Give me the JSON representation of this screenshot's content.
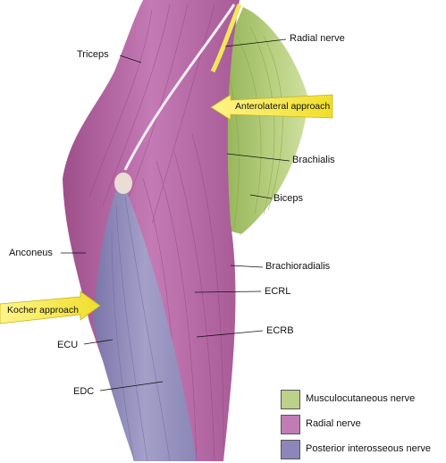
{
  "labels": {
    "triceps": "Triceps",
    "radial_nerve": "Radial nerve",
    "brachialis": "Brachialis",
    "biceps": "Biceps",
    "anconeus": "Anconeus",
    "brachioradialis": "Brachioradialis",
    "ecrl": "ECRL",
    "ecrb": "ECRB",
    "ecu": "ECU",
    "edc": "EDC"
  },
  "approaches": {
    "anterolateral": "Anterolateral approach",
    "kocher": "Kocher approach"
  },
  "legend": [
    {
      "label": "Musculocutaneous nerve",
      "color": "#bcd18a"
    },
    {
      "label": "Radial nerve",
      "color": "#c17cb3"
    },
    {
      "label": "Posterior interosseous nerve",
      "color": "#8c87b8"
    }
  ],
  "colors": {
    "radial_muscles": "#b8669f",
    "musculocutaneous_muscles": "#a8c26b",
    "posterior_interosseous_muscles": "#8f8ab8",
    "arrow_fill": "#f5ec4a",
    "nerve": "#f1e75a"
  }
}
